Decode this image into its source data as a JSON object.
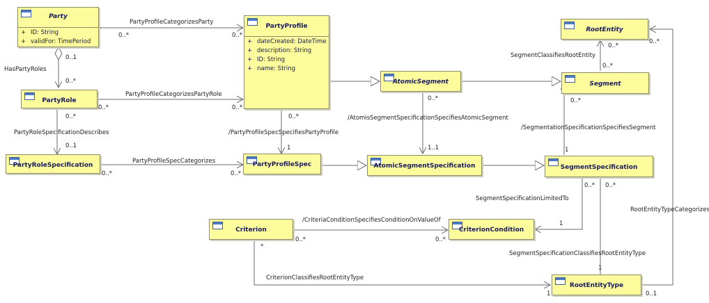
{
  "classes": {
    "party": {
      "name": "Party",
      "attributes": [
        {
          "visibility": "+",
          "text": "ID: String"
        },
        {
          "visibility": "+",
          "text": "validFor: TimePeriod"
        }
      ]
    },
    "party_profile": {
      "name": "PartyProfile",
      "attributes": [
        {
          "visibility": "+",
          "text": "dateCreated: DateTime"
        },
        {
          "visibility": "+",
          "text": "description: String"
        },
        {
          "visibility": "+",
          "text": "ID: String"
        },
        {
          "visibility": "+",
          "text": "name: String"
        }
      ]
    },
    "root_entity": {
      "name": "RootEntity"
    },
    "party_role": {
      "name": "PartyRole"
    },
    "atomic_segment": {
      "name": "AtomicSegment"
    },
    "segment": {
      "name": "Segment"
    },
    "party_role_specification": {
      "name": "PartyRoleSpecification"
    },
    "party_profile_spec": {
      "name": "PartyProfileSpec"
    },
    "atomic_segment_specification": {
      "name": "AtomicSegmentSpecification"
    },
    "segment_specification": {
      "name": "SegmentSpecification"
    },
    "criterion": {
      "name": "Criterion"
    },
    "criterion_condition": {
      "name": "CriterionCondition"
    },
    "root_entity_type": {
      "name": "RootEntityType"
    }
  },
  "associations": {
    "party_profile_categorizes_party": {
      "name": "PartyProfileCategorizesParty",
      "m1": "0..*",
      "m2": "0..*"
    },
    "has_party_roles": {
      "name": "HasPartyRoles",
      "m1": "0..1",
      "m2": "0..*"
    },
    "party_profile_categorizes_party_role": {
      "name": "PartyProfileCategorizesPartyRole",
      "m1": "0..*",
      "m2": "0..*"
    },
    "party_role_specification_describes": {
      "name": "PartyRoleSpecificationDescribes",
      "m1": "0..*",
      "m2": "0..1"
    },
    "party_profile_spec_specifies_party_profile": {
      "name": "/PartyProfileSpecSpecifiesPartyProfile",
      "m1": "0..*",
      "m2": "1"
    },
    "party_profile_spec_categorizes": {
      "name": "PartyProfileSpecCategorizes",
      "m1": "0..*",
      "m2": "0..*"
    },
    "segment_classifies_root_entity": {
      "name": "SegmentClassifiesRootEntity",
      "m1": "0..*",
      "m2": "0..*"
    },
    "atomic_segment_spec_specifies_atomic_segment": {
      "name": "/AtomisSegmentSpecificationSpecifiesAtomicSegment",
      "m1": "0..*",
      "m2": "1..1"
    },
    "segmentation_specification_specifies_segment": {
      "name": "/SegmentationSpecificationSpecifiesSegment",
      "m1": "0..*",
      "m2": "1"
    },
    "segment_specification_limited_to": {
      "name": "SegmentSpecificationLimitedTo",
      "m1": "0..*",
      "m2": "1"
    },
    "criteria_condition_specifies_condition_on_value_of": {
      "name": "/CriteriaConditionSpecifiesConditionOnValueOf",
      "m1": "0..*",
      "m2": "0..*"
    },
    "segment_specification_classifies_root_entity_type": {
      "name": "SegmentSpecificationClassifiesRootEntityType",
      "m1": "0..*",
      "m2": "1"
    },
    "root_entity_type_categorizes": {
      "name": "RootEntityTypeCategorizes",
      "m1": "0..*",
      "m2": "0..1"
    },
    "criterion_classifies_root_entity_type": {
      "name": "CriterionClassifiesRootEntityType",
      "m1": "*",
      "m2": "1"
    }
  },
  "colors": {
    "class_fill": "#fcfc9c",
    "class_border": "#8c8c6a",
    "line": "#6a6a6a",
    "icon": "#4d7cc4"
  }
}
